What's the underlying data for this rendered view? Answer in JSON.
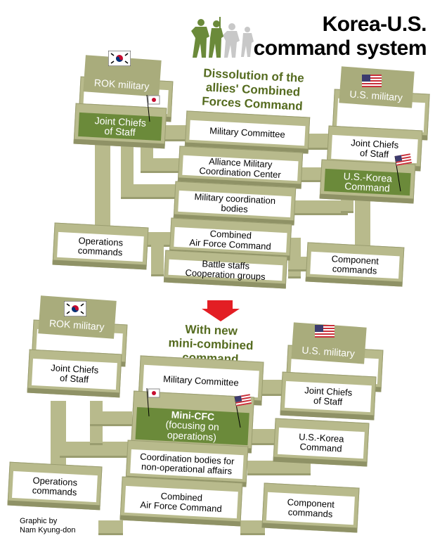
{
  "title": {
    "line1": "Korea-U.S.",
    "line2": "command system"
  },
  "current": {
    "heading": "Dissolution of the\nallies' Combined\nForces Command",
    "rok_military": "ROK military",
    "rok_jcs": "Joint Chiefs\nof Staff",
    "military_committee": "Military Committee",
    "amcc": "Alliance Military\nCoordination Center",
    "coordination_bodies": "Military coordination\nbodies",
    "combined_afc": "Combined\nAir Force Command",
    "battle_staffs": "Battle staffs\nCooperation groups",
    "operations_commands": "Operations\ncommands",
    "us_military": "U.S. military",
    "us_jcs": "Joint Chiefs\nof Staff",
    "us_korea_command": "U.S.-Korea\nCommand",
    "component_commands": "Component\ncommands"
  },
  "future": {
    "heading": "With new\nmini-combined\ncommand",
    "rok_military": "ROK military",
    "rok_jcs": "Joint Chiefs\nof Staff",
    "military_committee": "Military Committee",
    "mini_cfc_title": "Mini-CFC",
    "mini_cfc_sub": "(focusing on\noperations)",
    "coordination_bodies": "Coordination bodies for\nnon-operational affairs",
    "combined_afc": "Combined\nAir Force Command",
    "operations_commands": "Operations\ncommands",
    "us_military": "U.S. military",
    "us_jcs": "Joint Chiefs\nof Staff",
    "us_korea_command": "U.S.-Korea\nCommand",
    "component_commands": "Component\ncommands"
  },
  "credit": {
    "line1": "Graphic by",
    "line2": "Nam Kyung-don"
  },
  "colors": {
    "frame": "#b8ba8c",
    "green": "#6b8a3a",
    "heading": "#556b1f",
    "arrow": "#e31e24"
  }
}
